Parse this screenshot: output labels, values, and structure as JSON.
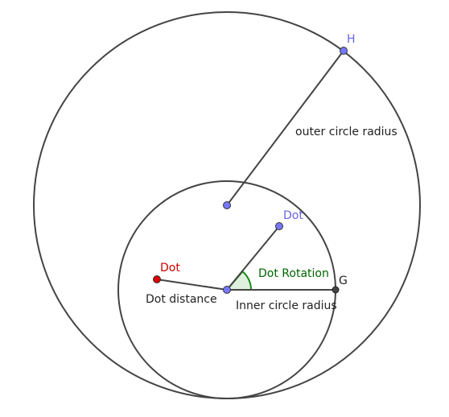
{
  "labels": {
    "point_h": "H",
    "outer_radius": "outer circle radius",
    "dot_top": "Dot",
    "dot_left": "Dot",
    "dot_rotation": "Dot Rotation",
    "point_g": "G",
    "dot_distance": "Dot distance",
    "inner_radius": "Inner circle radius"
  },
  "colors": {
    "stroke": "#444444",
    "point_fill": "#7777ff",
    "red_point_fill": "#dd0000",
    "label_blue": "#6666dd",
    "label_red": "#cc0000",
    "label_green": "#006600",
    "label_dark": "#222222",
    "angle_fill": "#dff0df",
    "angle_stroke": "#1a8a1a",
    "point_g_fill": "#444444"
  }
}
